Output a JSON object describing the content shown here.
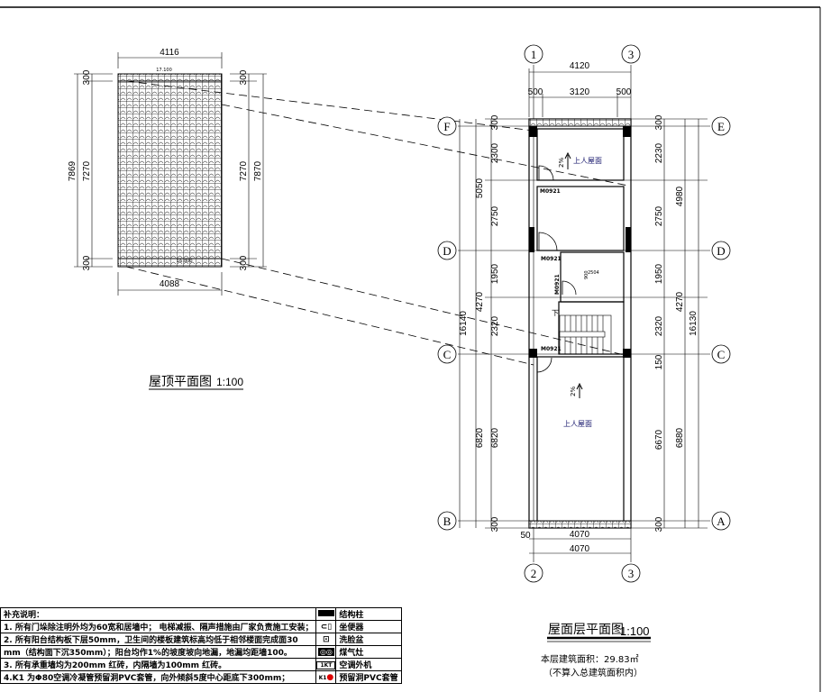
{
  "roof_plan": {
    "title": "屋顶平面图",
    "scale": "1:100",
    "top_width": "4116",
    "bottom_width": "4088",
    "elevation_top": "17.100",
    "elevation_bottom": "16.800",
    "left_dims": {
      "total": "7869",
      "mid": "7270",
      "top": "300",
      "bottom": "300"
    },
    "right_dims": {
      "total": "7870",
      "mid": "7270",
      "top": "300",
      "bottom": "300"
    }
  },
  "floor_plan": {
    "title": "屋面层平面图",
    "scale": "1:100",
    "area_text": "本层建筑面积：29.83㎡",
    "area_note": "（不算入总建筑面积内）",
    "grid_top": [
      "1",
      "3"
    ],
    "grid_bottom": [
      "2",
      "3"
    ],
    "grid_left": [
      "F",
      "D",
      "C",
      "B"
    ],
    "grid_right": [
      "E",
      "D",
      "C",
      "A"
    ],
    "top_dims": {
      "total": "4120",
      "left": "500",
      "mid": "3120",
      "right": "500"
    },
    "bottom_dims": {
      "total1": "4070",
      "total2": "4070",
      "left": "50"
    },
    "left_dims": {
      "d1": "300",
      "d2": "2300",
      "d3": "2750",
      "d4": "1950",
      "d5": "2320",
      "d6": "6820",
      "d7": "300",
      "g1": "5050",
      "g2": "4270",
      "g3": "6820",
      "total": "16140"
    },
    "right_dims": {
      "d1": "300",
      "d2": "2230",
      "d3": "2750",
      "d4": "1950",
      "d5": "2320",
      "d6": "150",
      "d7": "6670",
      "d8": "300",
      "g1": "4980",
      "g2": "4270",
      "g3": "6880",
      "total": "16130"
    },
    "labels": {
      "roof_top": "上人屋面",
      "roof_bottom": "上人屋面",
      "slope_top": "2%",
      "slope_bottom": "2%",
      "door1": "M0921",
      "door2": "M0921",
      "door3": "M0921",
      "door4": "M0921",
      "stair_down": "下",
      "dim_inner": "2504",
      "dim_inner2": "900"
    }
  },
  "notes": {
    "header": "补充说明：",
    "rows": [
      "1. 所有门垛除注明外均为60宽和居墙中； 电梯减振、隔声措施由厂家负责施工安装；",
      "2. 所有阳台结构板下层50mm，卫生间的楼板建筑标高均低于相邻楼面完成面30",
      "mm（结构面下沉350mm）；阳台均作1%的坡度坡向地漏，地漏均距墙100。",
      "3. 所有承重墙均为200mm 红砖，内隔墙为100mm 红砖。",
      "4.K1 为Φ80空调冷凝管预留洞PVC套管，向外倾斜5度中心距底下300mm；"
    ],
    "legend": [
      "结构柱",
      "坐便器",
      "洗脸盆",
      "煤气灶",
      "空调外机",
      "预留洞PVC套管"
    ],
    "legend_codes": {
      "ac": "1KT",
      "pipe": "K1"
    }
  }
}
